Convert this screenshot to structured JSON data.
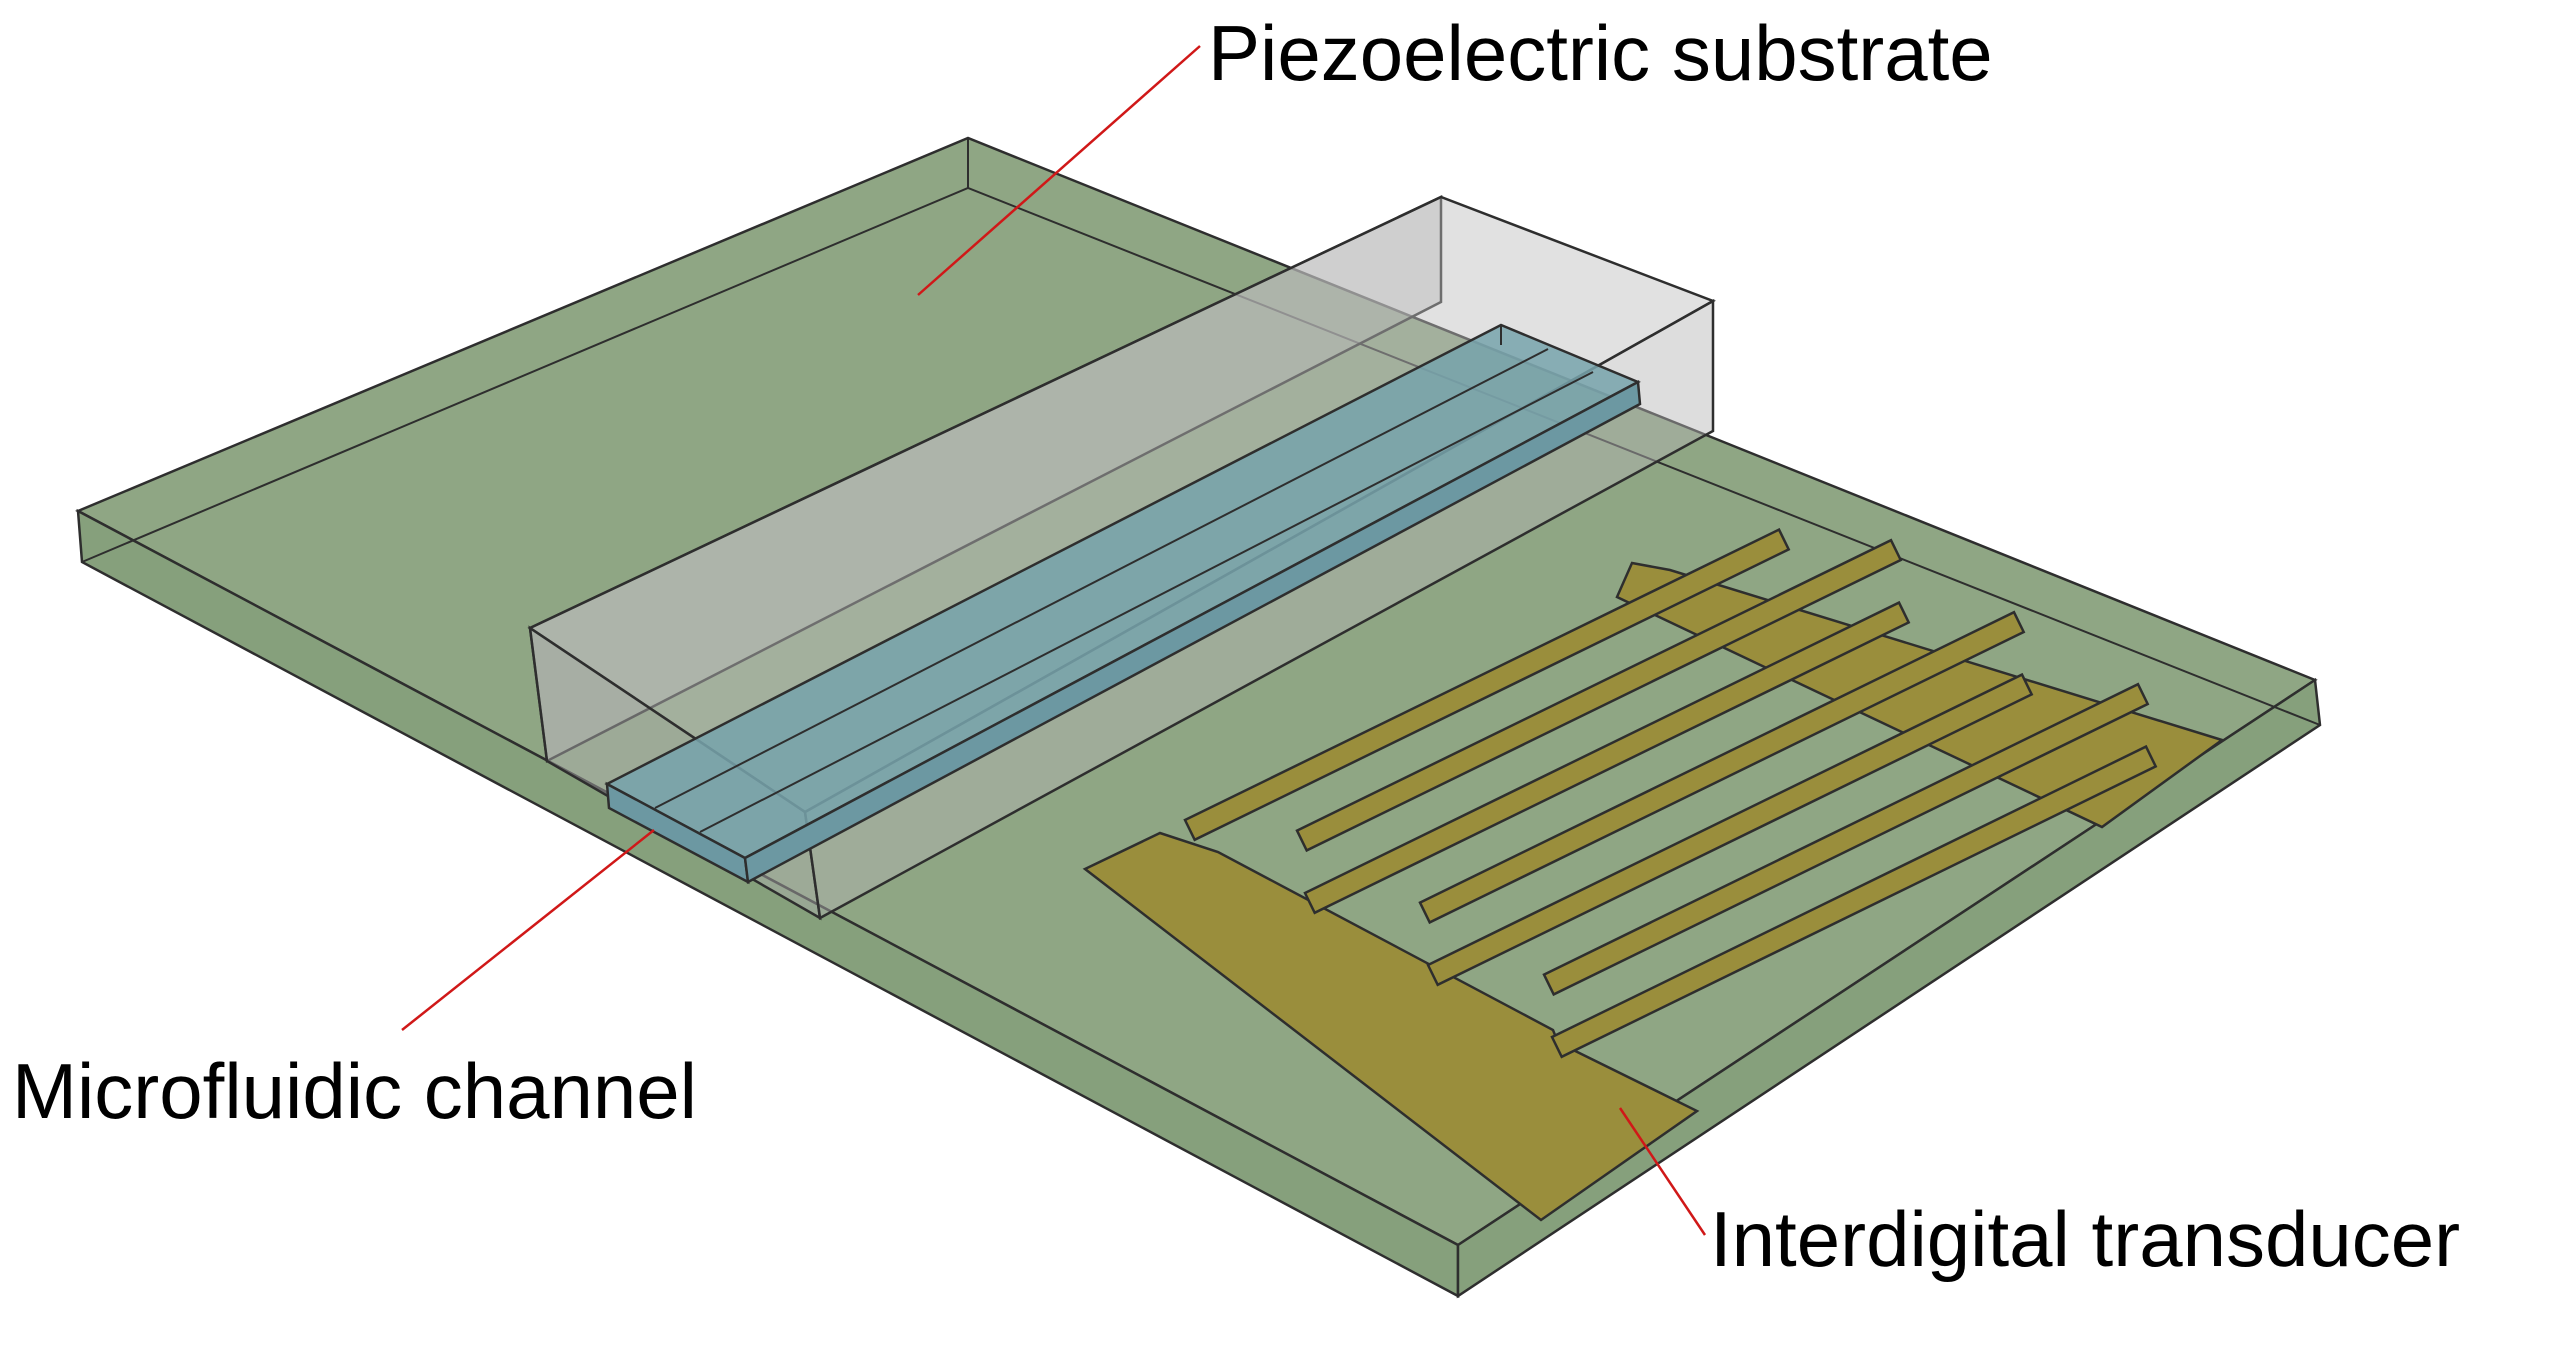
{
  "labels": {
    "substrate": "Piezoelectric substrate",
    "channel": "Microfluidic channel",
    "idt": "Interdigital transducer"
  },
  "colors": {
    "substrate_top": "#8fa684",
    "substrate_side": "#86a07c",
    "block": "#b9b9b9",
    "channel": "#77a3ac",
    "channel_side": "#6c98a2",
    "electrode": "#9a8e3c",
    "electrode_side": "#7f7530",
    "edge": "#2e2e2e",
    "leader": "#d01818"
  }
}
